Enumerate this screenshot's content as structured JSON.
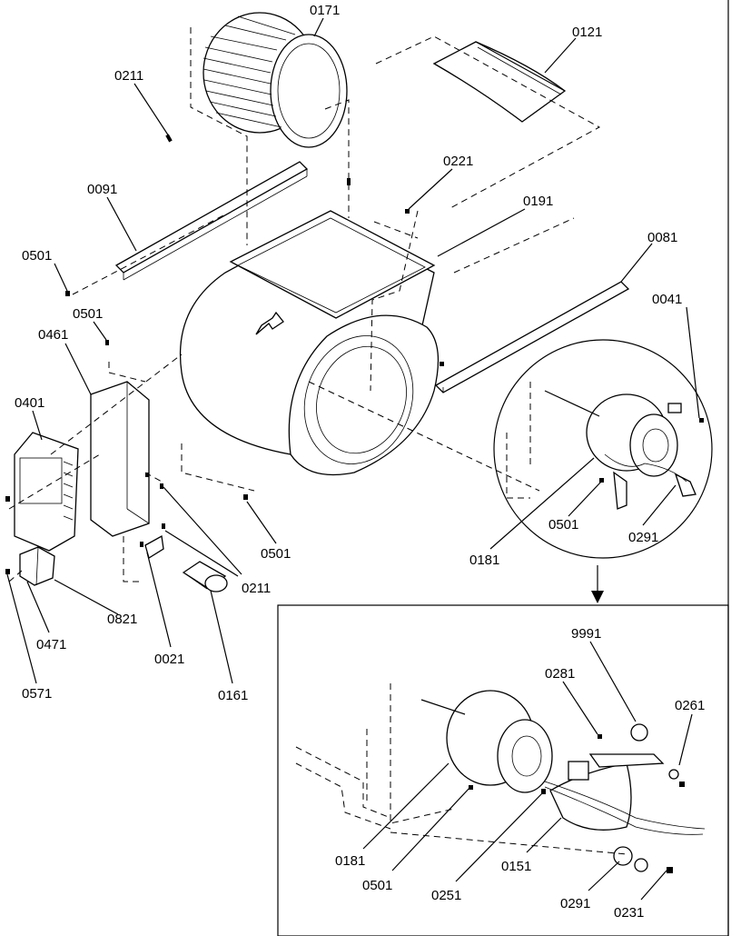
{
  "diagram": {
    "main_labels": {
      "p0171": "0171",
      "p0121": "0121",
      "p0211_top": "0211",
      "p0221": "0221",
      "p0191": "0191",
      "p0091": "0091",
      "p0081": "0081",
      "p0501_a": "0501",
      "p0501_b": "0501",
      "p0461": "0461",
      "p0041": "0041",
      "p0401": "0401",
      "p0501_c": "0501",
      "p0501_d": "0501",
      "p0291_a": "0291",
      "p0181_a": "0181",
      "p0211_b": "0211",
      "p0821": "0821",
      "p0471": "0471",
      "p0021": "0021",
      "p0571": "0571",
      "p0161": "0161"
    },
    "detail_labels": {
      "p9991": "9991",
      "p0281": "0281",
      "p0261": "0261",
      "p0181_b": "0181",
      "p0501_e": "0501",
      "p0251": "0251",
      "p0151": "0151",
      "p0291_b": "0291",
      "p0231": "0231"
    }
  }
}
